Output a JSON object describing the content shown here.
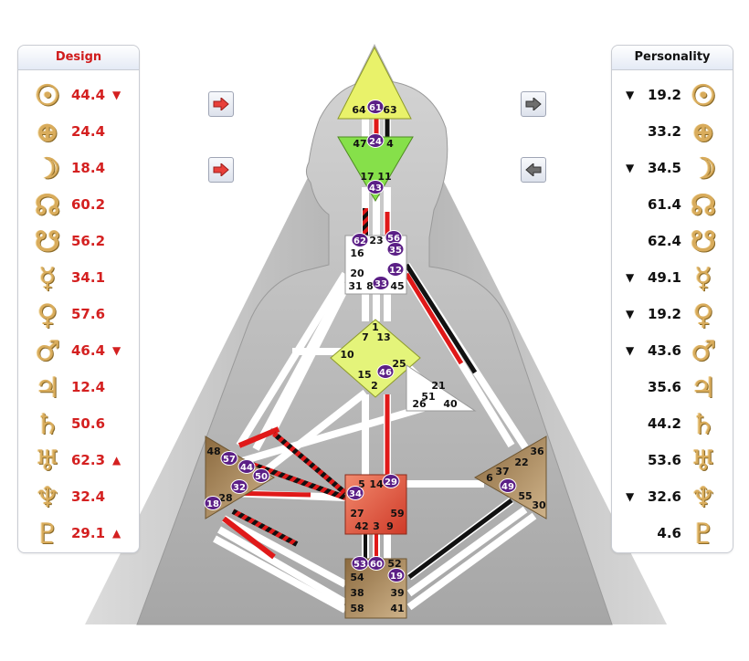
{
  "design": {
    "title": "Design",
    "rows": [
      {
        "icon": "sun-icon",
        "symbol": "☉",
        "value": "44.4",
        "mark": "▼"
      },
      {
        "icon": "earth-icon",
        "symbol": "⊕",
        "value": "24.4",
        "mark": ""
      },
      {
        "icon": "moon-icon",
        "symbol": "☽",
        "value": "18.4",
        "mark": ""
      },
      {
        "icon": "north-node-icon",
        "symbol": "☊",
        "value": "60.2",
        "mark": ""
      },
      {
        "icon": "south-node-icon",
        "symbol": "☋",
        "value": "56.2",
        "mark": ""
      },
      {
        "icon": "mercury-icon",
        "symbol": "☿",
        "value": "34.1",
        "mark": ""
      },
      {
        "icon": "venus-icon",
        "symbol": "♀",
        "value": "57.6",
        "mark": ""
      },
      {
        "icon": "mars-icon",
        "symbol": "♂",
        "value": "46.4",
        "mark": "▼"
      },
      {
        "icon": "jupiter-icon",
        "symbol": "♃",
        "value": "12.4",
        "mark": ""
      },
      {
        "icon": "saturn-icon",
        "symbol": "♄",
        "value": "50.6",
        "mark": ""
      },
      {
        "icon": "uranus-icon",
        "symbol": "♅",
        "value": "62.3",
        "mark": "▲"
      },
      {
        "icon": "neptune-icon",
        "symbol": "♆",
        "value": "32.4",
        "mark": ""
      },
      {
        "icon": "pluto-icon",
        "symbol": "♇",
        "value": "29.1",
        "mark": "▲"
      }
    ]
  },
  "personality": {
    "title": "Personality",
    "rows": [
      {
        "icon": "sun-icon",
        "symbol": "☉",
        "value": "19.2",
        "mark": "▼"
      },
      {
        "icon": "earth-icon",
        "symbol": "⊕",
        "value": "33.2",
        "mark": ""
      },
      {
        "icon": "moon-icon",
        "symbol": "☽",
        "value": "34.5",
        "mark": "▼"
      },
      {
        "icon": "north-node-icon",
        "symbol": "☊",
        "value": "61.4",
        "mark": ""
      },
      {
        "icon": "south-node-icon",
        "symbol": "☋",
        "value": "62.4",
        "mark": ""
      },
      {
        "icon": "mercury-icon",
        "symbol": "☿",
        "value": "49.1",
        "mark": "▼"
      },
      {
        "icon": "venus-icon",
        "symbol": "♀",
        "value": "19.2",
        "mark": "▼"
      },
      {
        "icon": "mars-icon",
        "symbol": "♂",
        "value": "43.6",
        "mark": "▼"
      },
      {
        "icon": "jupiter-icon",
        "symbol": "♃",
        "value": "35.6",
        "mark": ""
      },
      {
        "icon": "saturn-icon",
        "symbol": "♄",
        "value": "44.2",
        "mark": ""
      },
      {
        "icon": "uranus-icon",
        "symbol": "♅",
        "value": "53.6",
        "mark": ""
      },
      {
        "icon": "neptune-icon",
        "symbol": "♆",
        "value": "32.6",
        "mark": "▼"
      },
      {
        "icon": "pluto-icon",
        "symbol": "♇",
        "value": "4.6",
        "mark": ""
      }
    ]
  },
  "colors": {
    "design_accent": "#d42020",
    "personality_accent": "#111111",
    "defined_head": "#e9f26a",
    "defined_ajna": "#86e04a",
    "defined_g": "#e4f47a",
    "defined_sacral": "#e35642",
    "motor_brown": "#b08a5a",
    "active_gate": "#5b1f86"
  },
  "centers": {
    "head": {
      "gates": [
        {
          "n": "64",
          "active": false
        },
        {
          "n": "61",
          "active": true
        },
        {
          "n": "63",
          "active": false
        }
      ]
    },
    "ajna": {
      "gates": [
        {
          "n": "47",
          "active": false
        },
        {
          "n": "24",
          "active": true
        },
        {
          "n": "4",
          "active": false
        },
        {
          "n": "17",
          "active": false
        },
        {
          "n": "11",
          "active": false
        },
        {
          "n": "43",
          "active": true
        }
      ]
    },
    "throat": {
      "gates": [
        {
          "n": "62",
          "active": true
        },
        {
          "n": "23",
          "active": false
        },
        {
          "n": "56",
          "active": true
        },
        {
          "n": "35",
          "active": true
        },
        {
          "n": "16",
          "active": false
        },
        {
          "n": "12",
          "active": true
        },
        {
          "n": "20",
          "active": false
        },
        {
          "n": "31",
          "active": false
        },
        {
          "n": "8",
          "active": false
        },
        {
          "n": "33",
          "active": true
        },
        {
          "n": "45",
          "active": false
        }
      ]
    },
    "g": {
      "gates": [
        {
          "n": "1",
          "active": false
        },
        {
          "n": "7",
          "active": false
        },
        {
          "n": "13",
          "active": false
        },
        {
          "n": "10",
          "active": false
        },
        {
          "n": "25",
          "active": false
        },
        {
          "n": "15",
          "active": false
        },
        {
          "n": "46",
          "active": true
        },
        {
          "n": "2",
          "active": false
        }
      ]
    },
    "heart": {
      "gates": [
        {
          "n": "21",
          "active": false
        },
        {
          "n": "51",
          "active": false
        },
        {
          "n": "26",
          "active": false
        },
        {
          "n": "40",
          "active": false
        }
      ]
    },
    "spleen": {
      "gates": [
        {
          "n": "48",
          "active": false
        },
        {
          "n": "57",
          "active": true
        },
        {
          "n": "44",
          "active": true
        },
        {
          "n": "50",
          "active": true
        },
        {
          "n": "32",
          "active": true
        },
        {
          "n": "28",
          "active": false
        },
        {
          "n": "18",
          "active": true
        }
      ]
    },
    "solar": {
      "gates": [
        {
          "n": "36",
          "active": false
        },
        {
          "n": "22",
          "active": false
        },
        {
          "n": "37",
          "active": false
        },
        {
          "n": "6",
          "active": false
        },
        {
          "n": "49",
          "active": true
        },
        {
          "n": "55",
          "active": false
        },
        {
          "n": "30",
          "active": false
        }
      ]
    },
    "sacral": {
      "gates": [
        {
          "n": "5",
          "active": false
        },
        {
          "n": "14",
          "active": false
        },
        {
          "n": "29",
          "active": true
        },
        {
          "n": "34",
          "active": true
        },
        {
          "n": "27",
          "active": false
        },
        {
          "n": "59",
          "active": false
        },
        {
          "n": "42",
          "active": false
        },
        {
          "n": "3",
          "active": false
        },
        {
          "n": "9",
          "active": false
        }
      ]
    },
    "root": {
      "gates": [
        {
          "n": "53",
          "active": true
        },
        {
          "n": "60",
          "active": true
        },
        {
          "n": "52",
          "active": false
        },
        {
          "n": "54",
          "active": false
        },
        {
          "n": "19",
          "active": true
        },
        {
          "n": "38",
          "active": false
        },
        {
          "n": "39",
          "active": false
        },
        {
          "n": "58",
          "active": false
        },
        {
          "n": "41",
          "active": false
        }
      ]
    }
  }
}
